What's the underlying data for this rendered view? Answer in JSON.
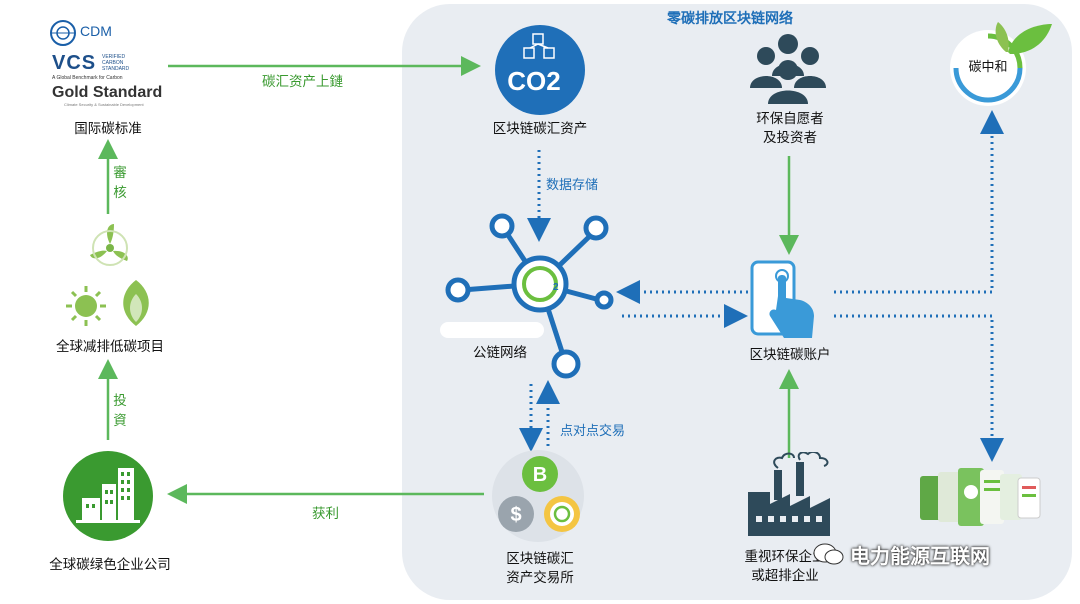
{
  "title": "零碳排放区块链网络",
  "standards": {
    "label": "国际碳标准",
    "cdm": "CDM",
    "vcs": "VCS",
    "vcs_small": "VERIFIED CARBON STANDARD",
    "vcs_sub": "A Global Benchmark for Carbon",
    "gold": "Gold Standard",
    "gold_sub": "Climate Security & Sustainable Development"
  },
  "projects": {
    "label": "全球减排低碳项目"
  },
  "company": {
    "label": "全球碳绿色企业公司"
  },
  "asset": {
    "label": "区块链碳汇资产",
    "icon_text": "CO2"
  },
  "volunteers": {
    "label_line1": "环保自愿者",
    "label_line2": "及投资者"
  },
  "neutral": {
    "label": "碳中和"
  },
  "network": {
    "label": "公链网络"
  },
  "account": {
    "label": "区块链碳账户"
  },
  "exchange": {
    "label_line1": "区块链碳汇",
    "label_line2": "资产交易所"
  },
  "polluters": {
    "label_line1": "重视环保企业",
    "label_line2": "或超排企业"
  },
  "edges": {
    "onchain": "碳汇资产上鏈",
    "review": "審核",
    "invest": "投資",
    "profit": "获利",
    "storage": "数据存储",
    "p2p": "点对点交易"
  },
  "watermark": "电力能源互联网",
  "colors": {
    "green": "#5cb85c",
    "blue": "#1f6fb8",
    "panel": "#e9edf2"
  }
}
